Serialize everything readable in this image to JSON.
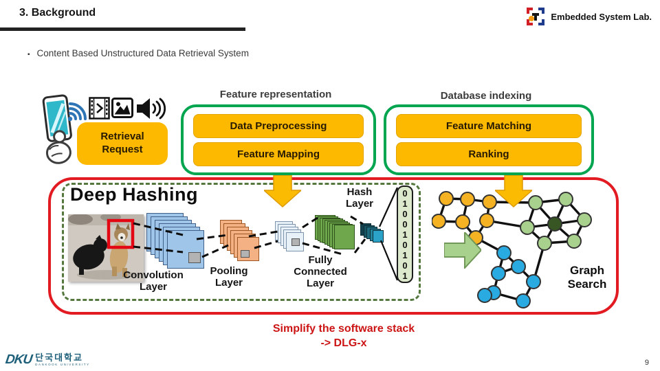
{
  "header": {
    "title": "3. Background",
    "lab_name": "Embedded System Lab."
  },
  "bullet": {
    "marker": "▪",
    "text": "Content Based Unstructured Data Retrieval System"
  },
  "request": {
    "label": "Retrieval Request"
  },
  "feature_representation": {
    "title": "Feature representation",
    "steps": [
      "Data Preprocessing",
      "Feature Mapping"
    ]
  },
  "database_indexing": {
    "title": "Database indexing",
    "steps": [
      "Feature Matching",
      "Ranking"
    ]
  },
  "deep_hashing": {
    "title": "Deep Hashing",
    "conv_label": "Convolution Layer",
    "pool_label": "Pooling Layer",
    "fc_label": "Fully Connected Layer",
    "hash_label": "Hash Layer",
    "hash_bits": "010010101"
  },
  "graph_search": {
    "label": "Graph Search",
    "colors": {
      "y": "#F5B324",
      "g": "#A9D18E",
      "d": "#375623",
      "b": "#29ABE2"
    },
    "nodes": [
      [
        21,
        13,
        "y"
      ],
      [
        52,
        14,
        "y"
      ],
      [
        84,
        18,
        "y"
      ],
      [
        10,
        46,
        "y"
      ],
      [
        45,
        47,
        "y"
      ],
      [
        80,
        45,
        "y"
      ],
      [
        64,
        70,
        "y"
      ],
      [
        151,
        19,
        "g"
      ],
      [
        195,
        14,
        "g"
      ],
      [
        139,
        55,
        "g"
      ],
      [
        179,
        50,
        "d"
      ],
      [
        222,
        44,
        "g"
      ],
      [
        164,
        78,
        "g"
      ],
      [
        207,
        75,
        "g"
      ],
      [
        105,
        92,
        "b"
      ],
      [
        126,
        112,
        "b"
      ],
      [
        97,
        122,
        "b"
      ],
      [
        148,
        134,
        "b"
      ],
      [
        90,
        150,
        "b"
      ],
      [
        133,
        162,
        "b"
      ],
      [
        77,
        154,
        "b"
      ]
    ],
    "edges": [
      [
        0,
        1
      ],
      [
        1,
        2
      ],
      [
        0,
        3
      ],
      [
        3,
        4
      ],
      [
        1,
        4
      ],
      [
        2,
        5
      ],
      [
        4,
        6
      ],
      [
        5,
        6
      ],
      [
        2,
        7
      ],
      [
        5,
        9
      ],
      [
        6,
        14
      ],
      [
        7,
        8
      ],
      [
        7,
        9
      ],
      [
        7,
        10
      ],
      [
        8,
        10
      ],
      [
        8,
        11
      ],
      [
        9,
        10
      ],
      [
        9,
        12
      ],
      [
        10,
        11
      ],
      [
        10,
        12
      ],
      [
        10,
        13
      ],
      [
        11,
        13
      ],
      [
        12,
        13
      ],
      [
        12,
        17
      ],
      [
        14,
        15
      ],
      [
        14,
        16
      ],
      [
        15,
        16
      ],
      [
        15,
        17
      ],
      [
        16,
        18
      ],
      [
        17,
        19
      ],
      [
        18,
        19
      ],
      [
        18,
        20
      ]
    ]
  },
  "conclusion": {
    "line1": "Simplify the software stack",
    "line2": "->  DLG-x"
  },
  "footer": {
    "university_acronym": "DKU",
    "university_korean": "단국대학교",
    "university_english": "DANKOOK UNIVERSITY",
    "page_number": "9"
  },
  "colors": {
    "accent_yellow": "#FCB900",
    "green_border": "#00A550",
    "red_border": "#E21A22",
    "red_text": "#CC1414"
  }
}
